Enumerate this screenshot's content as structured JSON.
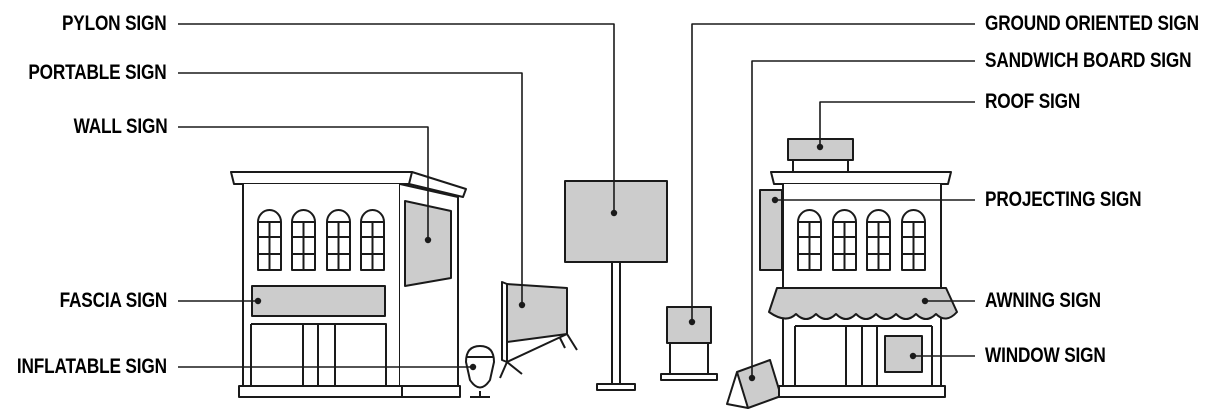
{
  "labels": {
    "pylon": "PYLON SIGN",
    "portable": "PORTABLE SIGN",
    "wall": "WALL SIGN",
    "fascia": "FASCIA SIGN",
    "inflatable": "INFLATABLE SIGN",
    "ground_oriented": "GROUND ORIENTED SIGN",
    "sandwich_board": "SANDWICH BOARD SIGN",
    "roof": "ROOF SIGN",
    "projecting": "PROJECTING SIGN",
    "awning": "AWNING SIGN",
    "window": "WINDOW SIGN"
  },
  "colors": {
    "line": "#1a1a1a",
    "sign_fill": "#cccccc",
    "background": "#ffffff"
  }
}
